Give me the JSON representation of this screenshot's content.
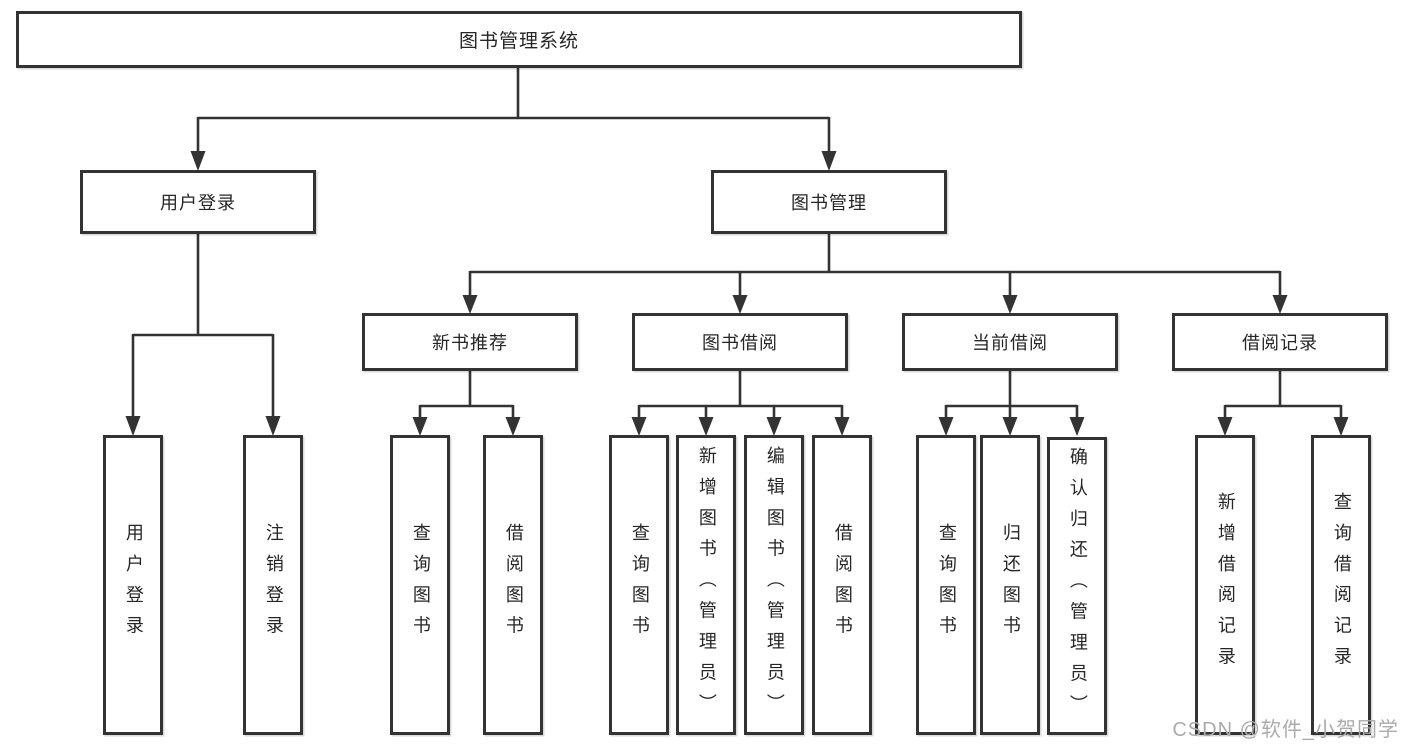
{
  "tree": {
    "label": "图书管理系统",
    "children": [
      {
        "label": "用户登录",
        "children": [
          {
            "label": "用户登录"
          },
          {
            "label": "注销登录"
          }
        ]
      },
      {
        "label": "图书管理",
        "children": [
          {
            "label": "新书推荐",
            "children": [
              {
                "label": "查询图书"
              },
              {
                "label": "借阅图书"
              }
            ]
          },
          {
            "label": "图书借阅",
            "children": [
              {
                "label": "查询图书"
              },
              {
                "label": "新增图书（管理员）"
              },
              {
                "label": "编辑图书（管理员）"
              },
              {
                "label": "借阅图书"
              }
            ]
          },
          {
            "label": "当前借阅",
            "children": [
              {
                "label": "查询图书"
              },
              {
                "label": "归还图书"
              },
              {
                "label": "确认归还（管理员）"
              }
            ]
          },
          {
            "label": "借阅记录",
            "children": [
              {
                "label": "新增借阅记录"
              },
              {
                "label": "查询借阅记录"
              }
            ]
          }
        ]
      }
    ]
  },
  "watermark": "CSDN @软件_小贺同学",
  "colors": {
    "background": "#ffffff",
    "line": "#333333",
    "box_border": "#333333",
    "box_fill": "#ffffff",
    "text": "#262626",
    "watermark_color": "#ababab"
  }
}
